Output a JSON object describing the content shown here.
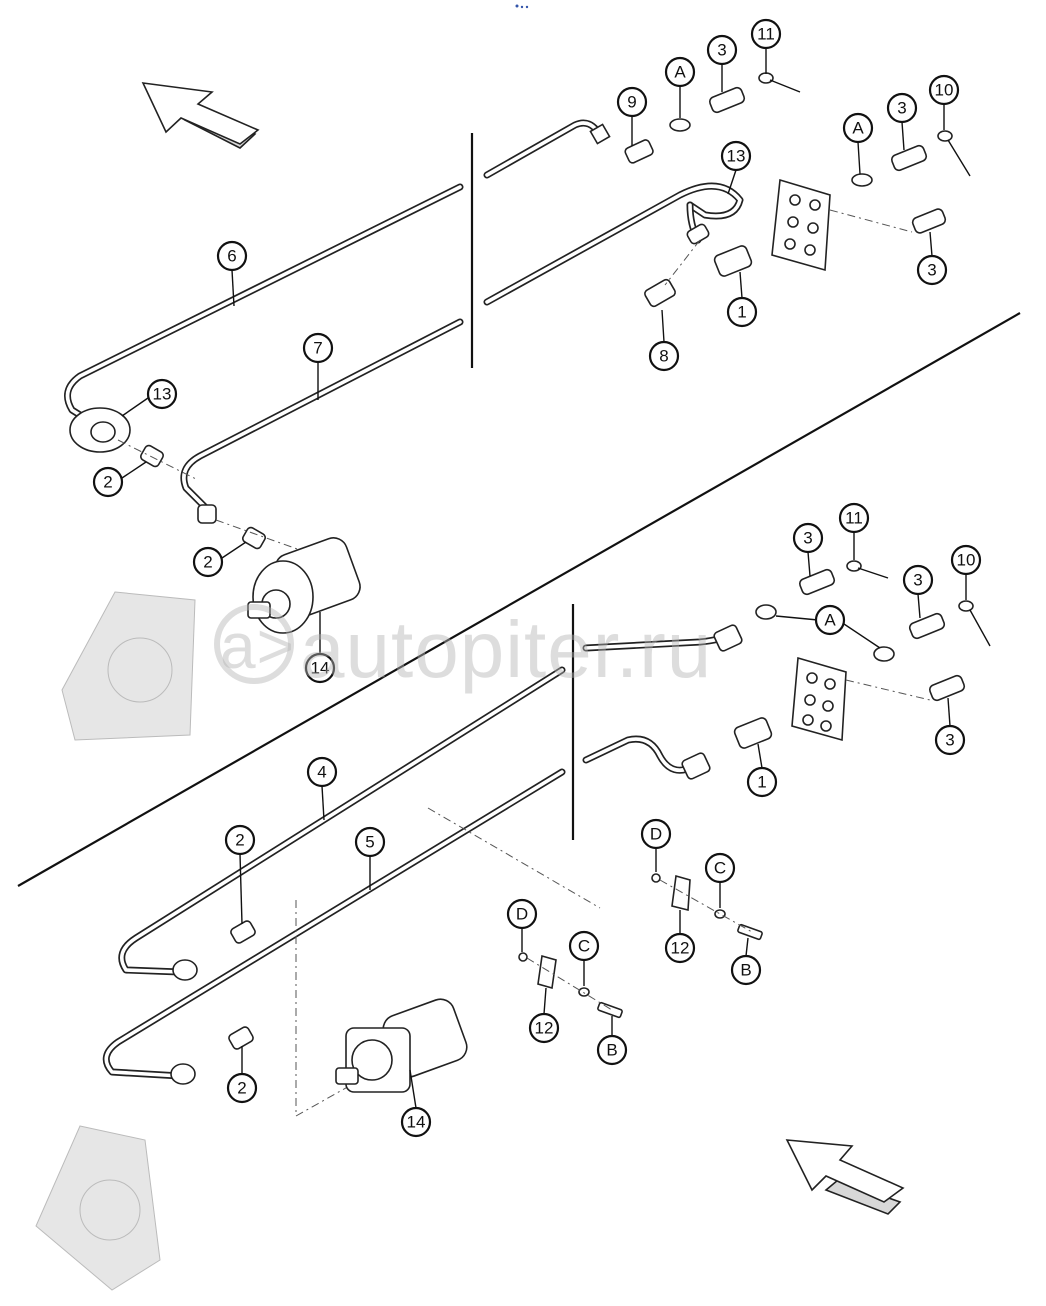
{
  "watermark": {
    "symbol": "a>",
    "text": "autopiter.ru"
  },
  "callouts": {
    "upper": {
      "c9": "9",
      "cA1": "A",
      "c3a": "3",
      "c11": "11",
      "cA2": "A",
      "c3b": "3",
      "c10": "10",
      "c13a": "13",
      "c3c": "3",
      "c1": "1",
      "c8": "8",
      "c6": "6",
      "c7": "7",
      "c13b": "13",
      "c2a": "2",
      "c2b": "2",
      "c14": "14"
    },
    "lower": {
      "c3a": "3",
      "c11": "11",
      "c3b": "3",
      "c10": "10",
      "cA": "A",
      "c3c": "3",
      "c1": "1",
      "c4": "4",
      "c5": "5",
      "c2a": "2",
      "c2b": "2",
      "c14": "14",
      "cD1": "D",
      "cC1": "C",
      "c12a": "12",
      "cB1": "B",
      "cD2": "D",
      "cC2": "C",
      "c12b": "12",
      "cB2": "B"
    }
  }
}
